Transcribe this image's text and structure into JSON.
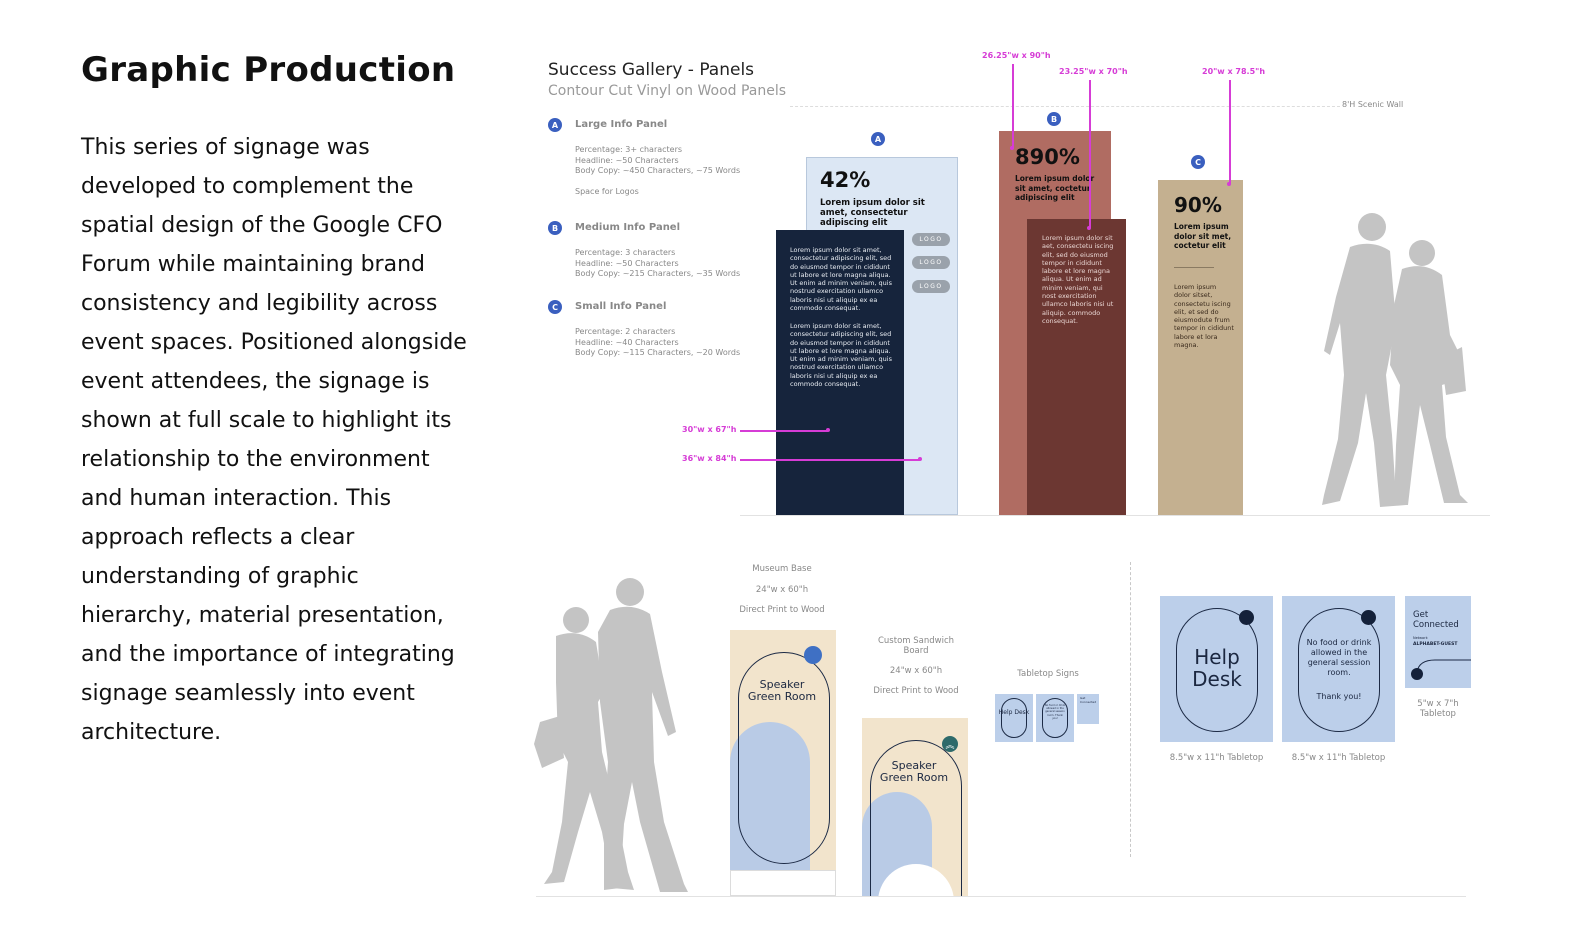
{
  "left": {
    "title": "Graphic Production",
    "body": "This series of signage was developed to complement the spatial design of the Google CFO Forum while maintaining brand consistency and legibility across event spaces. Positioned alongside event attendees, the signage is shown at full scale to highlight its relationship to the environment and human interaction. This approach reflects a clear understanding of graphic hierarchy, material presentation, and the importance of integrating signage seamlessly into event architecture."
  },
  "gallery": {
    "title": "Success Gallery - Panels",
    "subtitle": "Contour Cut Vinyl on Wood Panels",
    "scenic_wall": "8'H Scenic Wall",
    "legend": [
      {
        "badge": "A",
        "title": "Large Info Panel",
        "lines": [
          "Percentage: 3+ characters",
          "Headline: ~50 Characters",
          "Body Copy: ~450 Characters, ~75 Words"
        ],
        "extra": "Space for Logos"
      },
      {
        "badge": "B",
        "title": "Medium Info Panel",
        "lines": [
          "Percentage: 3 characters",
          "Headline: ~50 Characters",
          "Body Copy: ~215 Characters, ~35 Words"
        ]
      },
      {
        "badge": "C",
        "title": "Small Info Panel",
        "lines": [
          "Percentage: 2 characters",
          "Headline: ~40 Characters",
          "Body Copy: ~115 Characters, ~20 Words"
        ]
      }
    ],
    "dimensions": {
      "b_top": "26.25\"w x 90\"h",
      "b_front": "23.25\"w x 70\"h",
      "c": "20\"w x 78.5\"h",
      "a_front": "30\"w x 67\"h",
      "a_back": "36\"w x 84\"h"
    },
    "panel_a": {
      "badge": "A",
      "percentage": "42%",
      "headline": "Lorem ipsum dolor sit amet, consectetur adipiscing elit",
      "body1": "Lorem ipsum dolor sit amet, consectetur adipiscing elit, sed do eiusmod tempor in cididunt ut labore et lore magna aliqua. Ut enim ad minim veniam, quis nostrud exercitation ullamco laboris nisi ut aliquip ex ea commodo consequat.",
      "body2": "Lorem ipsum dolor sit amet, consectetur adipiscing elit, sed do eiusmod tempor in cididunt ut labore et lore magna aliqua. Ut enim ad minim veniam, quis nostrud exercitation ullamco laboris nisi ut aliquip ex ea commodo consequat.",
      "logos": [
        "LOGO",
        "LOGO",
        "LOGO"
      ]
    },
    "panel_b": {
      "badge": "B",
      "percentage": "890%",
      "headline": "Lorem ipsum dolor sit amet, coctetur adipiscing elit",
      "body": "Lorem ipsum dolor sit aet, consectetu iscing elit, sed do eiusmod tempor in cididunt labore et lore magna aliqua. Ut enim ad minim veniam, qui nost exercitation ullamco laboris nisi ut aliquip. commodo consequat."
    },
    "panel_c": {
      "badge": "C",
      "percentage": "90%",
      "headline": "Lorem ipsum dolor sit met, coctetur elit",
      "body": "Lorem ipsum dolor sitset, consectetu iscing elit, et sed do eiusmodute frum tempor in cididunt labore et lora magna."
    }
  },
  "bottom": {
    "museum": {
      "caption1": "Museum Base",
      "caption2": "24\"w x 60\"h",
      "caption3": "Direct Print to Wood",
      "sign_text": "Speaker Green Room"
    },
    "sandwich": {
      "caption1": "Custom Sandwich Board",
      "caption2": "24\"w x 60\"h",
      "caption3": "Direct Print to Wood",
      "sign_text": "Speaker Green Room"
    },
    "tabletop": {
      "caption": "Tabletop Signs",
      "mini1": "Help Desk",
      "mini2": "No food or drink allowed in the general session room. Thank you!",
      "mini3": "Get Connected"
    },
    "help_desk": {
      "text": "Help Desk",
      "caption": "8.5\"w x 11\"h Tabletop"
    },
    "no_food": {
      "text": "No food or drink allowed in the general session room.",
      "thanks": "Thank you!",
      "caption": "8.5\"w x 11\"h Tabletop"
    },
    "connected": {
      "title": "Get Connected",
      "network_label": "Network",
      "network": "ALPHABET-GUEST",
      "caption1": "5\"w x 7\"h",
      "caption2": "Tabletop"
    }
  }
}
